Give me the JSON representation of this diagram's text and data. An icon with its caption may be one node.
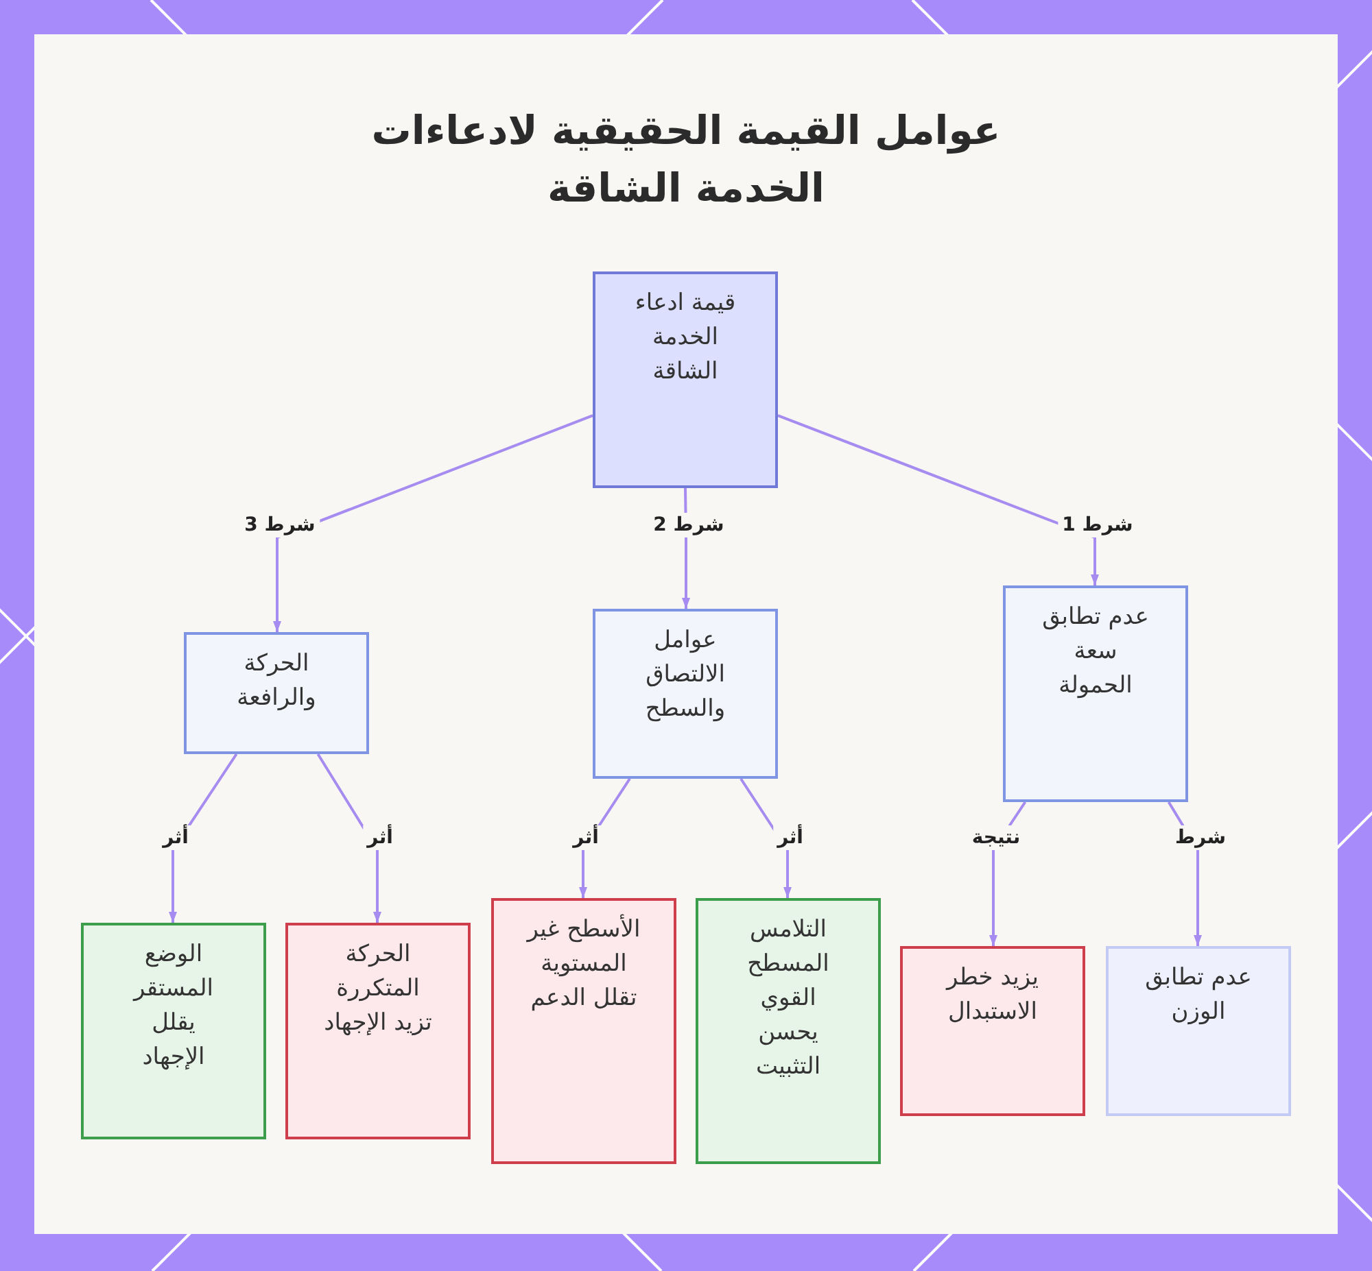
{
  "diagram": {
    "title": "عوامل القيمة الحقيقية لادعاءات الخدمة الشاقة",
    "nodes": [
      {
        "text": [
          "قيمة ادعاء الخدمة الشاقة"
        ]
      },
      {
        "text": [
          "عدم تطابق سعة الحمولة"
        ]
      },
      {
        "text": [
          "عوامل الالتصاق والسطح"
        ]
      },
      {
        "text": [
          "الحركة والرافعة"
        ]
      },
      {
        "text": [
          "عدم تطابق الوزن"
        ]
      },
      {
        "text": [
          "يزيد خطر الاستبدال"
        ]
      },
      {
        "text": [
          "التلامس المسطح القوي يحسن التثبيت"
        ]
      },
      {
        "text": [
          "الأسطح غير المستوية تقلل الدعم"
        ]
      },
      {
        "text": [
          "الحركة المتكررة تزيد الإجهاد"
        ]
      },
      {
        "text": [
          "الوضع المستقر يقلل الإجهاد"
        ]
      }
    ],
    "edges": [
      {
        "from": 0,
        "to": 1,
        "arrow": "to",
        "label": "شرط 1"
      },
      {
        "from": 0,
        "to": 2,
        "arrow": "to",
        "label": "شرط 2"
      },
      {
        "from": 0,
        "to": 3,
        "arrow": "to",
        "label": "شرط 3"
      },
      {
        "from": 1,
        "to": 4,
        "arrow": "to",
        "label": "شرط"
      },
      {
        "from": 1,
        "to": 5,
        "arrow": "to",
        "label": "نتيجة"
      },
      {
        "from": 2,
        "to": 6,
        "arrow": "to",
        "label": "أثر"
      },
      {
        "from": 2,
        "to": 7,
        "arrow": "to",
        "label": "أثر"
      },
      {
        "from": 3,
        "to": 8,
        "arrow": "to",
        "label": "أثر"
      },
      {
        "from": 3,
        "to": 9,
        "arrow": "to",
        "label": "أثر"
      }
    ]
  }
}
